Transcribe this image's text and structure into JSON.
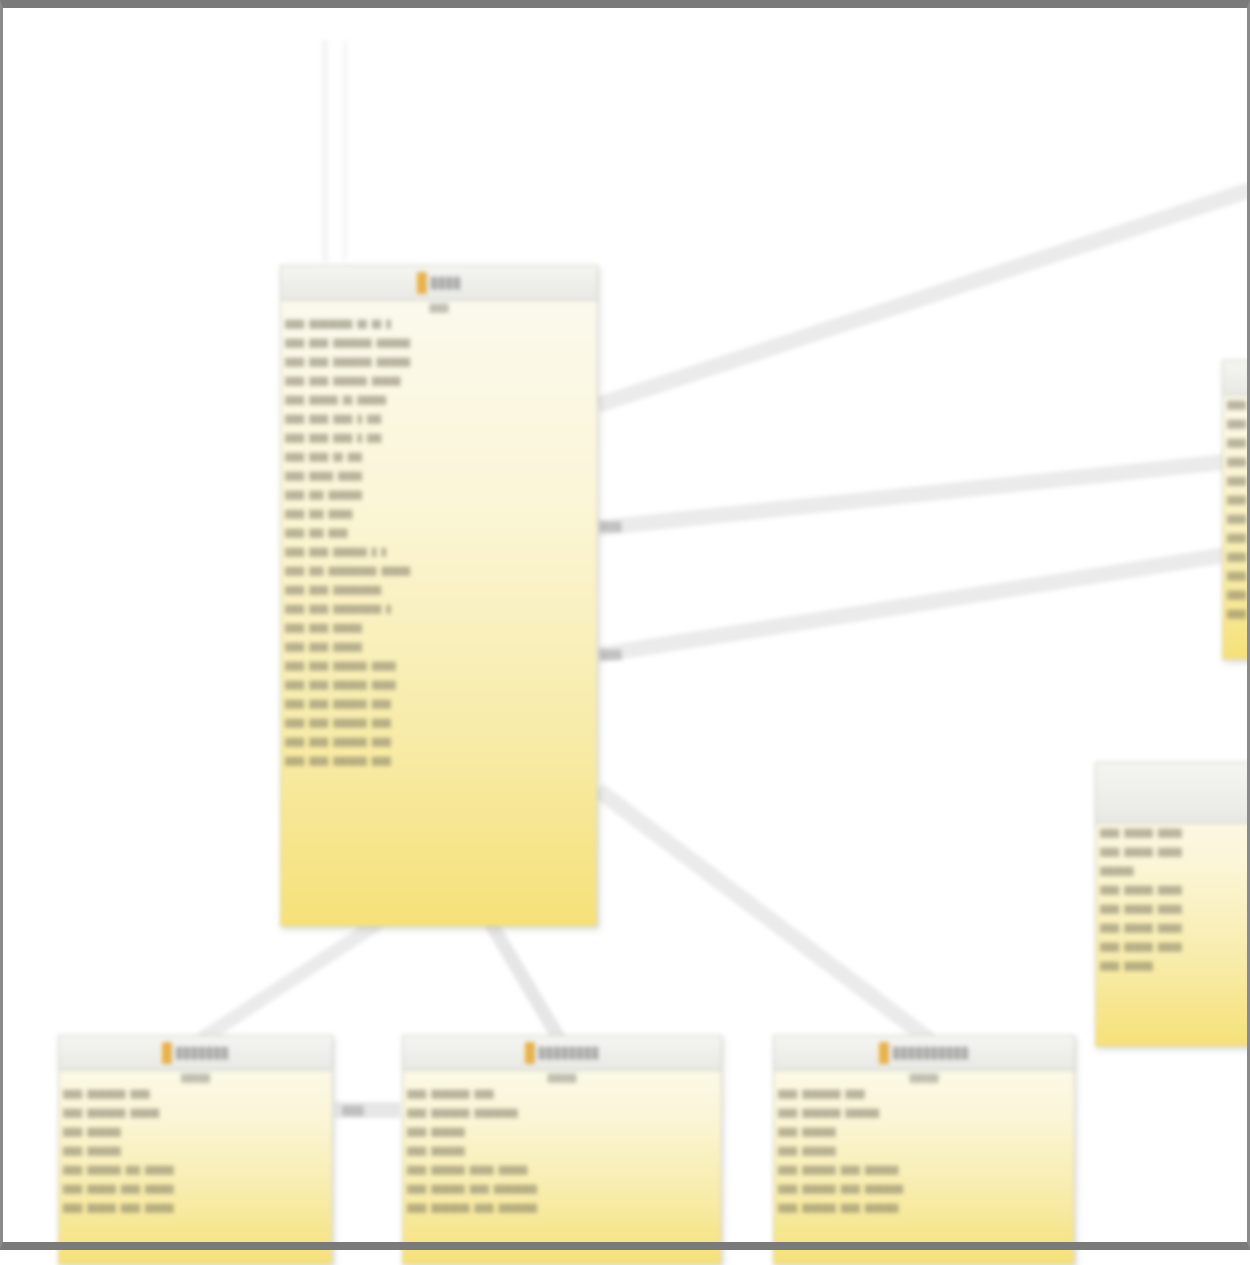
{
  "diagram": {
    "entities": [
      {
        "id": "main",
        "name": "▒▒▒▒",
        "subtitle": "▒▒▒▒",
        "attributes": [
          "▒▒▒▒ ▒▒▒▒▒▒▒▒▒ ▒▒ ▒▒ ▒",
          "▒▒▒▒ ▒▒▒▒ ▒▒▒▒▒▒▒▒ ▒▒▒▒▒▒▒",
          "▒▒▒▒ ▒▒▒▒ ▒▒▒▒▒▒▒▒ ▒▒▒▒▒▒▒",
          "▒▒▒▒ ▒▒▒▒ ▒▒▒▒▒▒▒ ▒▒▒▒▒▒",
          "▒▒▒▒ ▒▒▒▒▒▒ ▒▒ ▒▒▒▒▒▒",
          "▒▒▒▒ ▒▒▒▒ ▒▒▒▒ ▒ ▒▒▒",
          "▒▒▒▒ ▒▒▒▒ ▒▒▒▒ ▒ ▒▒▒",
          "▒▒▒▒ ▒▒▒▒ ▒▒ ▒▒▒",
          "▒▒▒▒ ▒▒▒▒▒ ▒▒▒▒▒",
          "▒▒▒▒ ▒▒▒ ▒▒▒▒▒▒▒",
          "▒▒▒▒ ▒▒▒ ▒▒▒▒▒",
          "▒▒▒▒ ▒▒▒ ▒▒▒▒",
          "▒▒▒▒ ▒▒▒▒ ▒▒▒▒▒▒▒ ▒ ▒",
          "▒▒▒▒ ▒▒▒ ▒▒▒▒▒▒▒▒▒▒ ▒▒▒▒▒▒",
          "▒▒▒▒ ▒▒▒▒ ▒▒▒▒▒▒▒▒▒▒",
          "▒▒▒▒ ▒▒▒▒ ▒▒▒▒▒▒▒▒▒▒ ▒",
          "▒▒▒▒ ▒▒▒▒ ▒▒▒▒▒▒",
          "▒▒▒▒ ▒▒▒▒ ▒▒▒▒▒▒",
          "▒▒▒▒ ▒▒▒▒ ▒▒▒▒▒▒▒ ▒▒▒▒▒",
          "▒▒▒▒ ▒▒▒▒ ▒▒▒▒▒▒▒ ▒▒▒▒▒",
          "▒▒▒▒ ▒▒▒▒ ▒▒▒▒▒▒▒ ▒▒▒▒",
          "▒▒▒▒ ▒▒▒▒ ▒▒▒▒▒▒▒ ▒▒▒▒",
          "▒▒▒▒ ▒▒▒▒ ▒▒▒▒▒▒▒ ▒▒▒▒",
          "▒▒▒▒ ▒▒▒▒ ▒▒▒▒▒▒▒ ▒▒▒▒"
        ]
      },
      {
        "id": "right-top",
        "name": "",
        "subtitle": "",
        "attributes": [
          "▒▒▒▒",
          "▒▒▒▒",
          "▒▒▒▒",
          "▒▒▒▒",
          "▒▒▒▒",
          "▒▒▒▒",
          "▒▒▒▒",
          "▒▒▒▒",
          "▒▒▒▒",
          "▒▒▒▒",
          "▒▒▒▒",
          "▒▒▒▒"
        ]
      },
      {
        "id": "right-mid",
        "name": "",
        "subtitle": "",
        "attributes": [
          "▒▒▒▒ ▒▒▒▒▒▒ ▒▒▒▒▒",
          "▒▒▒▒ ▒▒▒▒▒▒ ▒▒▒▒▒",
          "▒▒▒▒▒▒▒",
          "▒▒▒▒ ▒▒▒▒▒▒ ▒▒▒▒▒",
          "▒▒▒▒ ▒▒▒▒▒▒ ▒▒▒▒▒",
          "▒▒▒▒ ▒▒▒▒▒▒ ▒▒▒▒▒",
          "▒▒▒▒ ▒▒▒▒▒▒ ▒▒▒▒▒",
          "▒▒▒▒ ▒▒▒▒▒▒"
        ]
      },
      {
        "id": "bottom-1",
        "name": "▒▒▒▒▒▒▒",
        "subtitle": "▒▒▒▒▒▒",
        "attributes": [
          "▒▒▒▒ ▒▒▒▒▒▒▒▒ ▒▒▒▒",
          "▒▒▒▒ ▒▒▒▒▒▒▒▒ ▒▒▒▒▒▒",
          "▒▒▒▒ ▒▒▒▒▒▒▒",
          "▒▒▒▒ ▒▒▒▒▒▒▒",
          "▒▒▒▒ ▒▒▒▒▒▒▒ ▒▒▒ ▒▒▒▒▒▒",
          "▒▒▒▒ ▒▒▒▒▒▒ ▒▒▒▒ ▒▒▒▒▒▒",
          "▒▒▒▒ ▒▒▒▒▒▒ ▒▒▒▒ ▒▒▒▒▒▒"
        ]
      },
      {
        "id": "bottom-2",
        "name": "▒▒▒▒▒▒▒▒",
        "subtitle": "▒▒▒▒▒▒",
        "attributes": [
          "▒▒▒▒ ▒▒▒▒▒▒▒▒ ▒▒▒▒",
          "▒▒▒▒ ▒▒▒▒▒▒▒▒ ▒▒▒▒▒▒▒▒▒",
          "▒▒▒▒ ▒▒▒▒▒▒▒",
          "▒▒▒▒ ▒▒▒▒▒▒▒",
          "▒▒▒▒ ▒▒▒▒▒▒▒ ▒▒▒▒▒ ▒▒▒▒▒▒",
          "▒▒▒▒ ▒▒▒▒▒▒▒ ▒▒▒▒ ▒▒▒▒▒▒▒▒▒",
          "▒▒▒▒ ▒▒▒▒▒▒▒▒ ▒▒▒▒ ▒▒▒▒▒▒▒▒"
        ]
      },
      {
        "id": "bottom-3",
        "name": "▒▒▒▒▒▒▒▒▒▒",
        "subtitle": "▒▒▒▒▒▒",
        "attributes": [
          "▒▒▒▒ ▒▒▒▒▒▒▒▒ ▒▒▒▒",
          "▒▒▒▒ ▒▒▒▒▒▒▒▒ ▒▒▒▒▒▒▒",
          "▒▒▒▒ ▒▒▒▒▒▒▒",
          "▒▒▒▒ ▒▒▒▒▒▒▒",
          "▒▒▒▒ ▒▒▒▒▒▒▒ ▒▒▒▒ ▒▒▒▒▒▒▒",
          "▒▒▒▒ ▒▒▒▒▒▒▒ ▒▒▒▒ ▒▒▒▒▒▒▒▒",
          "▒▒▒▒ ▒▒▒▒▒▒▒ ▒▒▒▒ ▒▒▒▒▒▒▒"
        ]
      }
    ],
    "edge_labels": {
      "main_right_a": "▒▒▒▒",
      "main_right_b": "▒▒▒▒",
      "bottom_1_2": "▒▒▒▒"
    },
    "colors": {
      "box_top": "#fbfaf0",
      "box_bottom": "#f6e178",
      "header": "#eeeeea",
      "key_icon": "#e7b24c",
      "connector": "#ebebeb"
    }
  }
}
